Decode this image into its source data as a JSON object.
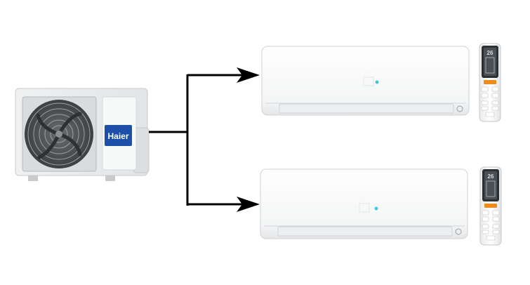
{
  "brand": {
    "logo_text": "Haier",
    "logo_color": "#1b4fa8"
  },
  "outdoor_unit": {
    "icon": "outdoor-condenser-unit"
  },
  "indoor_units": [
    {
      "icon": "wall-mounted-indoor-unit"
    },
    {
      "icon": "wall-mounted-indoor-unit"
    }
  ],
  "remotes": [
    {
      "icon": "remote-control",
      "display_value": "26"
    },
    {
      "icon": "remote-control",
      "display_value": "26"
    }
  ],
  "connection": {
    "icon": "branching-arrow",
    "color": "#000000"
  }
}
